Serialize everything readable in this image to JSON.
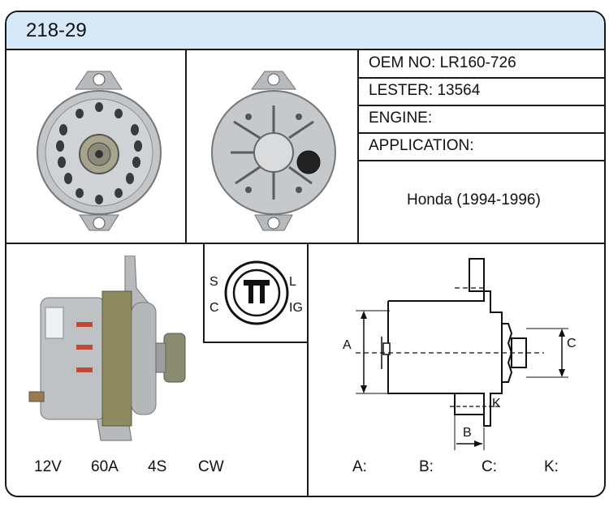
{
  "header": {
    "part_number": "218-29"
  },
  "specs": {
    "oem": "OEM NO: LR160-726",
    "lester": "LESTER: 13564",
    "engine": "ENGINE:",
    "application": "APPLICATION:",
    "application_value": "Honda (1994-1996)"
  },
  "connector": {
    "s": "S",
    "l": "L",
    "c": "C",
    "ig": "IG"
  },
  "ratings": {
    "voltage": "12V",
    "amperage": "60A",
    "grooves": "4S",
    "rotation": "CW"
  },
  "dimensions": {
    "a_mark": "A",
    "b_mark": "B",
    "c_mark": "C",
    "k_mark": "K",
    "a_label": "A:",
    "b_label": "B:",
    "c_label": "C:",
    "k_label": "K:"
  },
  "colors": {
    "header_bg": "#d7e8f6",
    "border": "#1a1a1a",
    "metal": "#b9bcbf",
    "winding": "#c04a3a"
  }
}
